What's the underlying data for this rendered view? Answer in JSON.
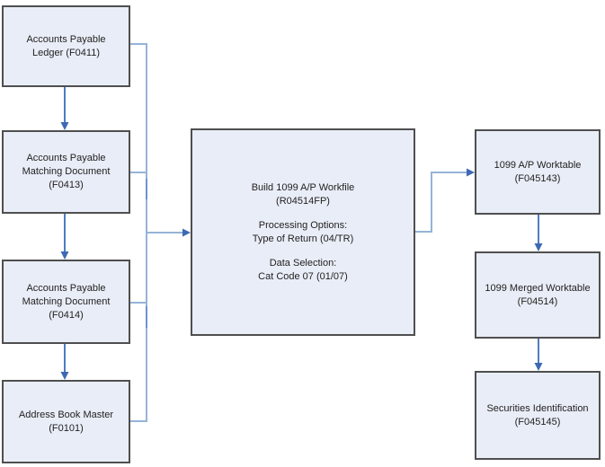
{
  "boxes": {
    "left": [
      {
        "label": "Accounts Payable\nLedger (F0411)"
      },
      {
        "label": "Accounts Payable\nMatching Document\n(F0413)"
      },
      {
        "label": "Accounts Payable\nMatching Document\n(F0414)"
      },
      {
        "label": "Address Book Master\n(F0101)"
      }
    ],
    "center": {
      "title": "Build 1099 A/P Workfile\n(R04514FP)",
      "processing_options": "Processing Options:\nType of Return (04/TR)",
      "data_selection": "Data Selection:\nCat Code 07 (01/07)"
    },
    "right": [
      {
        "label": "1099 A/P Worktable\n(F045143)"
      },
      {
        "label": "1099 Merged Worktable\n(F04514)"
      },
      {
        "label": "Securities Identification\n(F045145)"
      }
    ]
  },
  "colors": {
    "box_fill": "#E9EDF7",
    "box_border": "#4F4F4F",
    "connector_light_blue": "#95B3D7",
    "connector_dark_blue": "#4F7DC0",
    "arrowhead_blue": "#3E69B2",
    "text": "#1F1F1F"
  }
}
